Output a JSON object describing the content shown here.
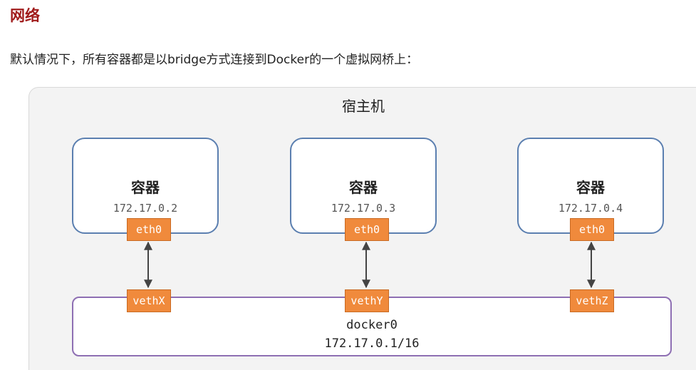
{
  "section_title": "网络",
  "description": "默认情况下，所有容器都是以bridge方式连接到Docker的一个虚拟网桥上：",
  "diagram": {
    "host_label": "宿主机",
    "containers": [
      {
        "name": "容器",
        "ip": "172.17.0.2",
        "iface": "eth0",
        "veth": "vethX"
      },
      {
        "name": "容器",
        "ip": "172.17.0.3",
        "iface": "eth0",
        "veth": "vethY"
      },
      {
        "name": "容器",
        "ip": "172.17.0.4",
        "iface": "eth0",
        "veth": "vethZ"
      }
    ],
    "bridge": {
      "name": "docker0",
      "subnet": "172.17.0.1/16"
    }
  },
  "colors": {
    "title": "#a01b1b",
    "container_border": "#5b7fb0",
    "bridge_border": "#8e6fb3",
    "interface_fill": "#f08a3c",
    "host_background": "#f3f3f3",
    "link": "#444444"
  }
}
